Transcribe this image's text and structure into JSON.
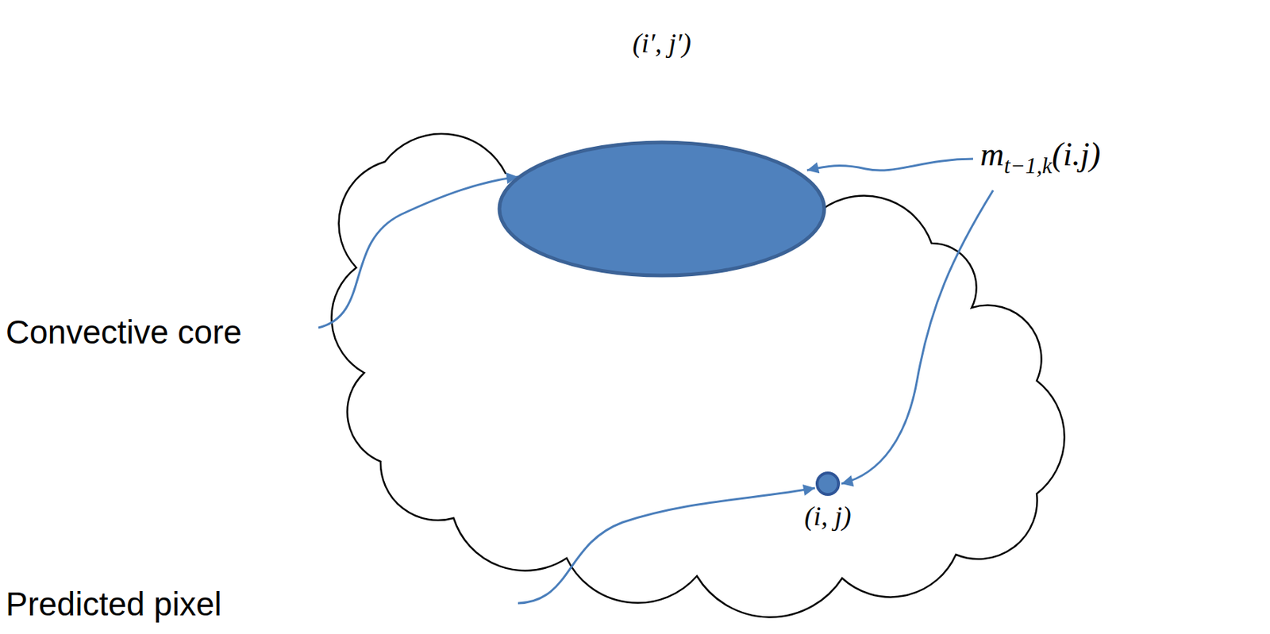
{
  "diagram": {
    "nodes": [
      {
        "text": [
          "(i′, j′)"
        ]
      },
      {
        "text": [
          "(i, j)"
        ]
      }
    ],
    "labels": [
      "Convective core",
      "Predicted pixel",
      "mt−1,k(i.j)"
    ]
  }
}
